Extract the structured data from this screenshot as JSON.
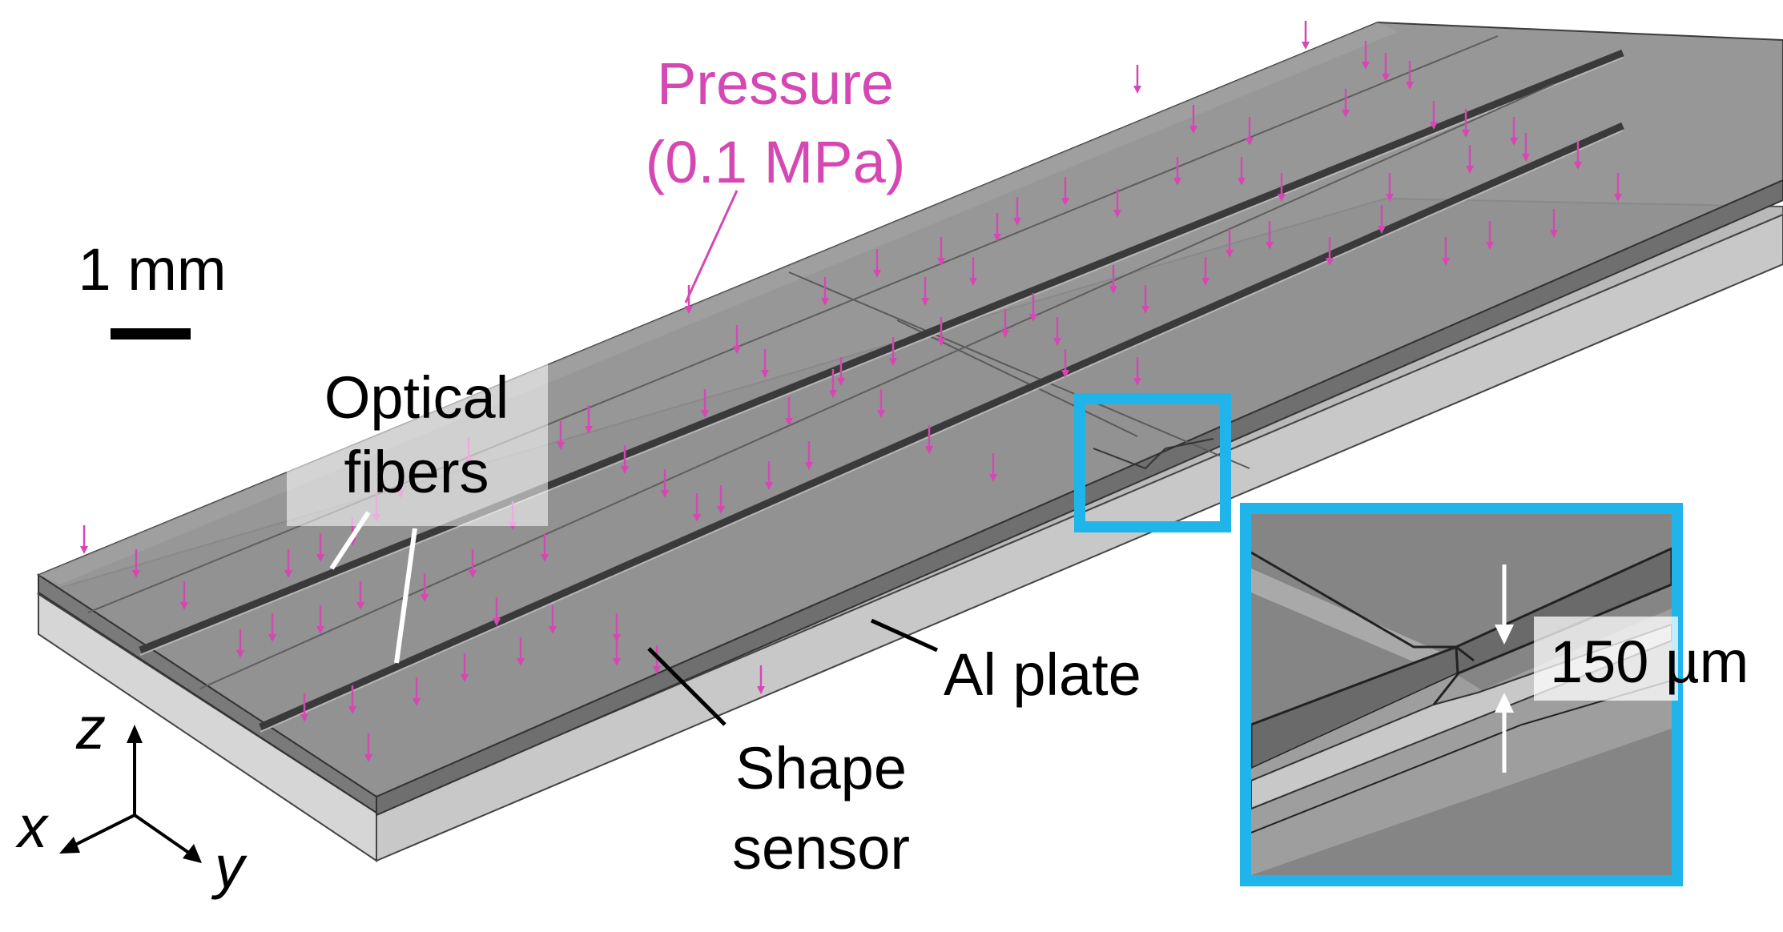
{
  "labels": {
    "pressure_line1": "Pressure",
    "pressure_line2": "(0.1 MPa)",
    "scale": "1 mm",
    "optical_line1": "Optical",
    "optical_line2": "fibers",
    "al_plate": "Al plate",
    "shape_line1": "Shape",
    "shape_line2": "sensor",
    "thickness": "150 µm",
    "axis_z": "z",
    "axis_x": "x",
    "axis_y": "y"
  },
  "colors": {
    "pressure": "#d548b4",
    "highlight_box": "#1fb4ea",
    "sensor_top": "#8e8e8e",
    "plate_side": "#c2c2c2"
  },
  "icons": {
    "pressure_arrows": "arrow-down-icon",
    "axis_triad": "axes-icon"
  }
}
